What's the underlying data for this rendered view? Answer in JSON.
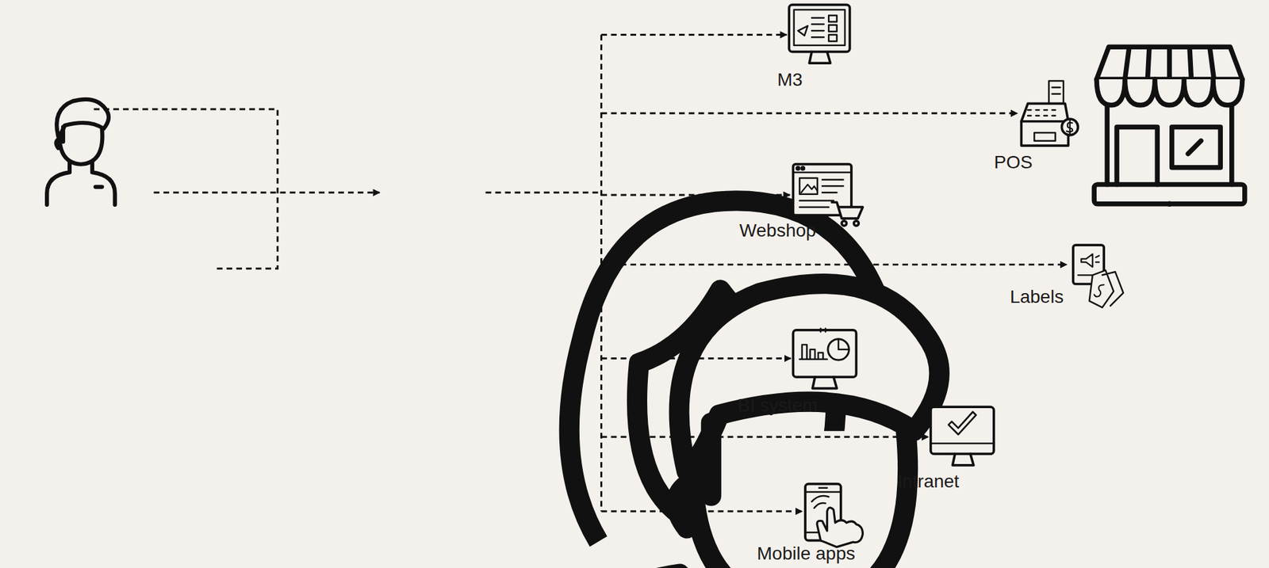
{
  "diagram": {
    "nodes": [
      {
        "text": [
          "M3"
        ]
      },
      {
        "text": [
          "POS"
        ]
      },
      {
        "text": [
          "Webshop"
        ]
      },
      {
        "text": [
          "Labels"
        ]
      },
      {
        "text": [
          "BI system"
        ]
      },
      {
        "text": [
          "Intranet"
        ]
      },
      {
        "text": [
          "Mobile apps"
        ]
      }
    ]
  }
}
